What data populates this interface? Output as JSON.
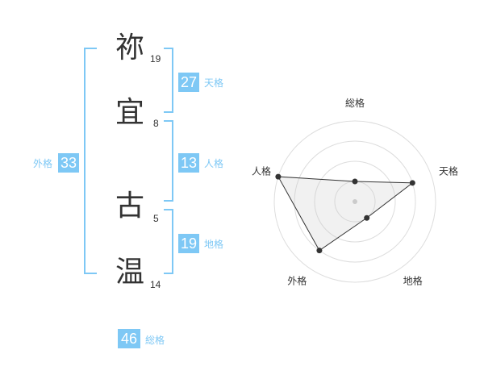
{
  "colors": {
    "accent": "#7ec8f5",
    "text": "#333333",
    "radar_fill": "#eeeeee",
    "radar_ring": "#dddddd"
  },
  "name": {
    "characters": [
      {
        "char": "祢",
        "strokes": "19"
      },
      {
        "char": "宜",
        "strokes": "8"
      },
      {
        "char": "古",
        "strokes": "5"
      },
      {
        "char": "温",
        "strokes": "14"
      }
    ]
  },
  "fortune": {
    "tenkaku": {
      "value": "27",
      "label": "天格"
    },
    "jinkaku": {
      "value": "13",
      "label": "人格"
    },
    "chikaku": {
      "value": "19",
      "label": "地格"
    },
    "gaikaku": {
      "value": "33",
      "label": "外格"
    },
    "soukaku": {
      "value": "46",
      "label": "総格"
    }
  },
  "chart_data": {
    "type": "radar",
    "axes": [
      "総格",
      "天格",
      "地格",
      "外格",
      "人格"
    ],
    "rings": 4,
    "max": 4,
    "values": [
      1,
      3,
      1,
      3,
      4
    ]
  }
}
